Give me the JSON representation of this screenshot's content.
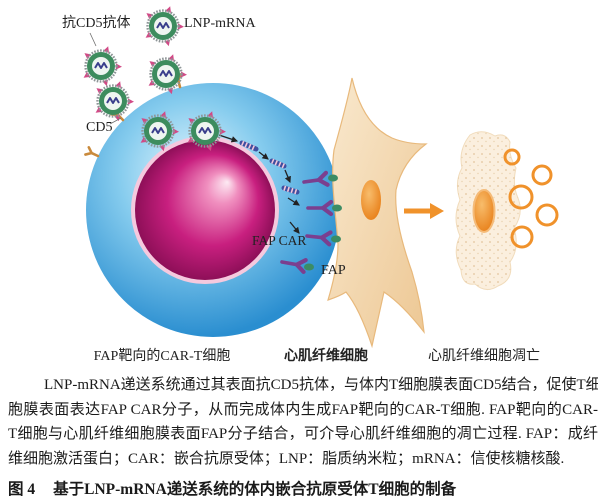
{
  "figure": {
    "labels": {
      "anti_cd5_antibody": "抗CD5抗体",
      "lnp_mrna": "LNP-mRNA",
      "cd5": "CD5",
      "fap_car": "FAP CAR",
      "fap": "FAP",
      "car_t_cell": "FAP靶向的CAR-T细胞",
      "cardiac_fibroblast": "心肌纤维细胞",
      "fibroblast_apoptosis": "心肌纤维细胞凋亡"
    },
    "colors": {
      "t_cell": "#2a8ed0",
      "nucleus": "#c81f7f",
      "lnp_shell": "#3d8c5e",
      "antibody": "#d14a86",
      "cd5": "#c98a3c",
      "fap_car": "#7b3f8f",
      "fap": "#3c8c64",
      "fibroblast": "#edc793",
      "fibroblast_nucleus": "#e8801a",
      "apoptosis_arrow": "#f0922b"
    }
  },
  "caption": {
    "lines": [
      "LNP-mRNA递送系统通过其表面抗CD5抗体，与体内T细胞膜表面CD5结合，促使T细",
      "胞膜表面表达FAP CAR分子，从而完成体内生成FAP靶向的CAR-T细胞. FAP靶向的CAR-",
      "T细胞与心肌纤维细胞膜表面FAP分子结合，可介导心肌纤维细胞的凋亡过程. FAP：成纤",
      "维细胞激活蛋白；CAR：嵌合抗原受体；LNP：脂质纳米粒；mRNA：信使核糖核酸."
    ]
  },
  "figure_title": {
    "number": "图 4",
    "text": "基于LNP-mRNA递送系统的体内嵌合抗原受体T细胞的制备"
  }
}
